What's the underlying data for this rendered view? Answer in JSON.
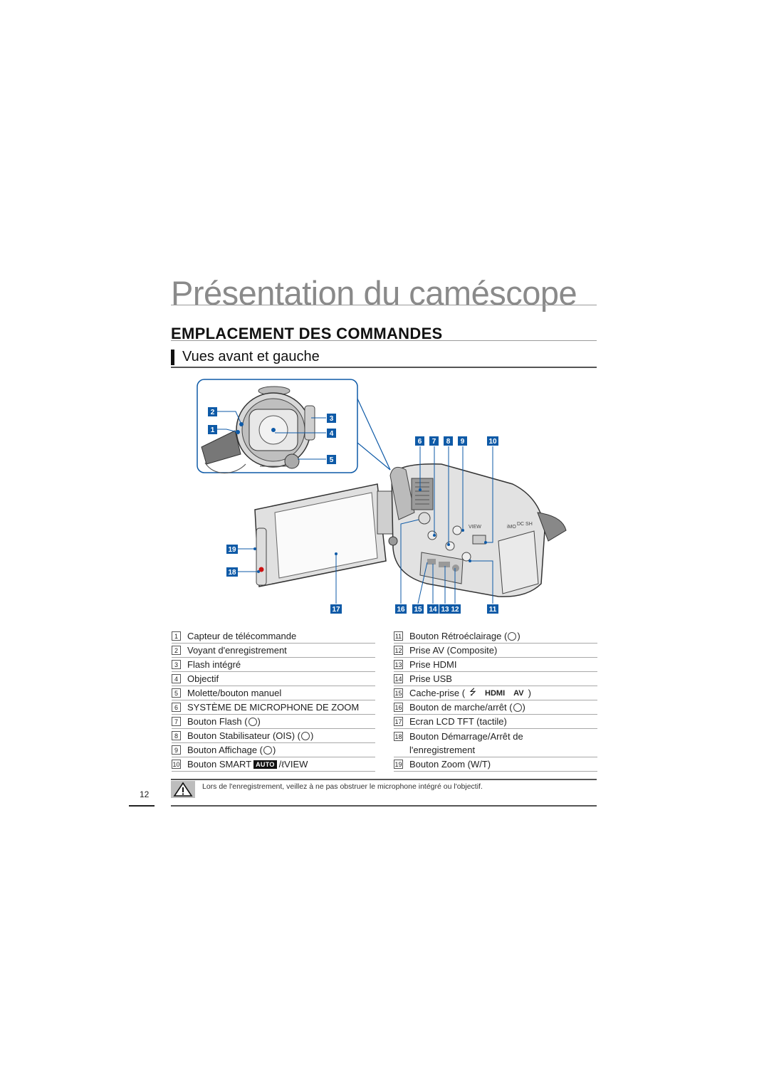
{
  "header": {
    "title": "Présentation du caméscope",
    "section_title": "EMPLACEMENT DES COMMANDES",
    "subsection_title": "Vues avant et gauche"
  },
  "diagram": {
    "callouts": [
      "1",
      "2",
      "3",
      "4",
      "5",
      "6",
      "7",
      "8",
      "9",
      "10",
      "11",
      "12",
      "13",
      "14",
      "15",
      "16",
      "17",
      "18",
      "19"
    ],
    "camera_labels": {
      "view": "VIEW",
      "mode_1": "iMO",
      "mode_2": "DC SH"
    },
    "accent_color": "#0e5aa7"
  },
  "legend_left": [
    {
      "num": "1",
      "label": "Capteur de télécommande"
    },
    {
      "num": "2",
      "label": "Voyant d'enregistrement"
    },
    {
      "num": "3",
      "label": "Flash intégré"
    },
    {
      "num": "4",
      "label": "Objectif"
    },
    {
      "num": "5",
      "label": "Molette/bouton manuel"
    },
    {
      "num": "6",
      "label": "SYSTÈME DE MICROPHONE DE ZOOM"
    },
    {
      "num": "7",
      "label": "Bouton Flash (",
      "suffix": ")",
      "icon": "flash-icon"
    },
    {
      "num": "8",
      "label": "Bouton Stabilisateur (OIS) (",
      "suffix": ")",
      "icon": "ois-icon"
    },
    {
      "num": "9",
      "label": "Bouton Affichage (",
      "suffix": ")",
      "icon": "display-icon"
    },
    {
      "num": "10",
      "label": "Bouton SMART",
      "badge": "AUTO",
      "suffix": " / ",
      "suffix2": "VIEW",
      "icon": "view-icon"
    }
  ],
  "legend_right": [
    {
      "num": "11",
      "label": "Bouton Rétroéclairage (",
      "suffix": ")",
      "icon": "backlight-icon"
    },
    {
      "num": "12",
      "label": "Prise AV (Composite)"
    },
    {
      "num": "13",
      "label": "Prise HDMI"
    },
    {
      "num": "14",
      "label": "Prise USB"
    },
    {
      "num": "15",
      "label": "Cache-prise (",
      "sym1": "HDMI",
      "sym2": "AV",
      "suffix": ")"
    },
    {
      "num": "16",
      "label": "Bouton de marche/arrêt (",
      "suffix": ")",
      "icon": "power-icon"
    },
    {
      "num": "17",
      "label": "Ecran LCD TFT (tactile)"
    },
    {
      "num": "18",
      "label": "Bouton Démarrage/Arrêt de"
    },
    {
      "num": "",
      "label": "l'enregistrement"
    },
    {
      "num": "19",
      "label": "Bouton Zoom (W/T)"
    }
  ],
  "warning": {
    "text": "Lors de l'enregistrement, veillez à ne pas obstruer le microphone intégré ou l'objectif."
  },
  "page": {
    "number": "12"
  }
}
